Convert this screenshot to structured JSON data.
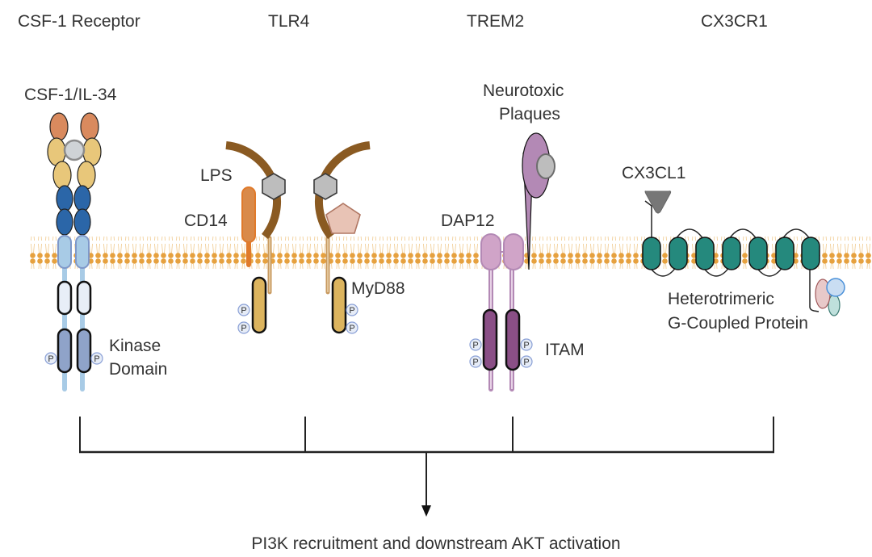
{
  "titles": {
    "csf1r": "CSF-1 Receptor",
    "tlr4": "TLR4",
    "trem2": "TREM2",
    "cx3cr1": "CX3CR1"
  },
  "labels": {
    "ligand_csf1": "CSF-1/IL-34",
    "kinase_line1": "Kinase",
    "kinase_line2": "Domain",
    "lps": "LPS",
    "cd14": "CD14",
    "myd88": "MyD88",
    "plaques_line1": "Neurotoxic",
    "plaques_line2": "Plaques",
    "dap12": "DAP12",
    "itam": "ITAM",
    "cx3cl1": "CX3CL1",
    "gprotein_line1": "Heterotrimeric",
    "gprotein_line2": "G-Coupled Protein",
    "phospho": "P",
    "outcome": "PI3K recruitment and downstream AKT activation"
  },
  "colors": {
    "membrane": "#e6a13f",
    "csf_orange": "#d98a5e",
    "csf_yellow": "#e8c77a",
    "csf_blue": "#2b66a8",
    "csf_tm": "#a8cbe6",
    "kinase": "#8fa3c9",
    "tlr_brown": "#8a5a22",
    "cd14": "#e07a2b",
    "myd88": "#dcb45e",
    "lps_gray": "#bdbdbd",
    "pentagon": "#e8c3b5",
    "trem_purple": "#b389b5",
    "dap12": "#d0a4c8",
    "itam": "#8a4f86",
    "cx3cr1_teal": "#25897d",
    "cx3cl1": "#777777"
  }
}
